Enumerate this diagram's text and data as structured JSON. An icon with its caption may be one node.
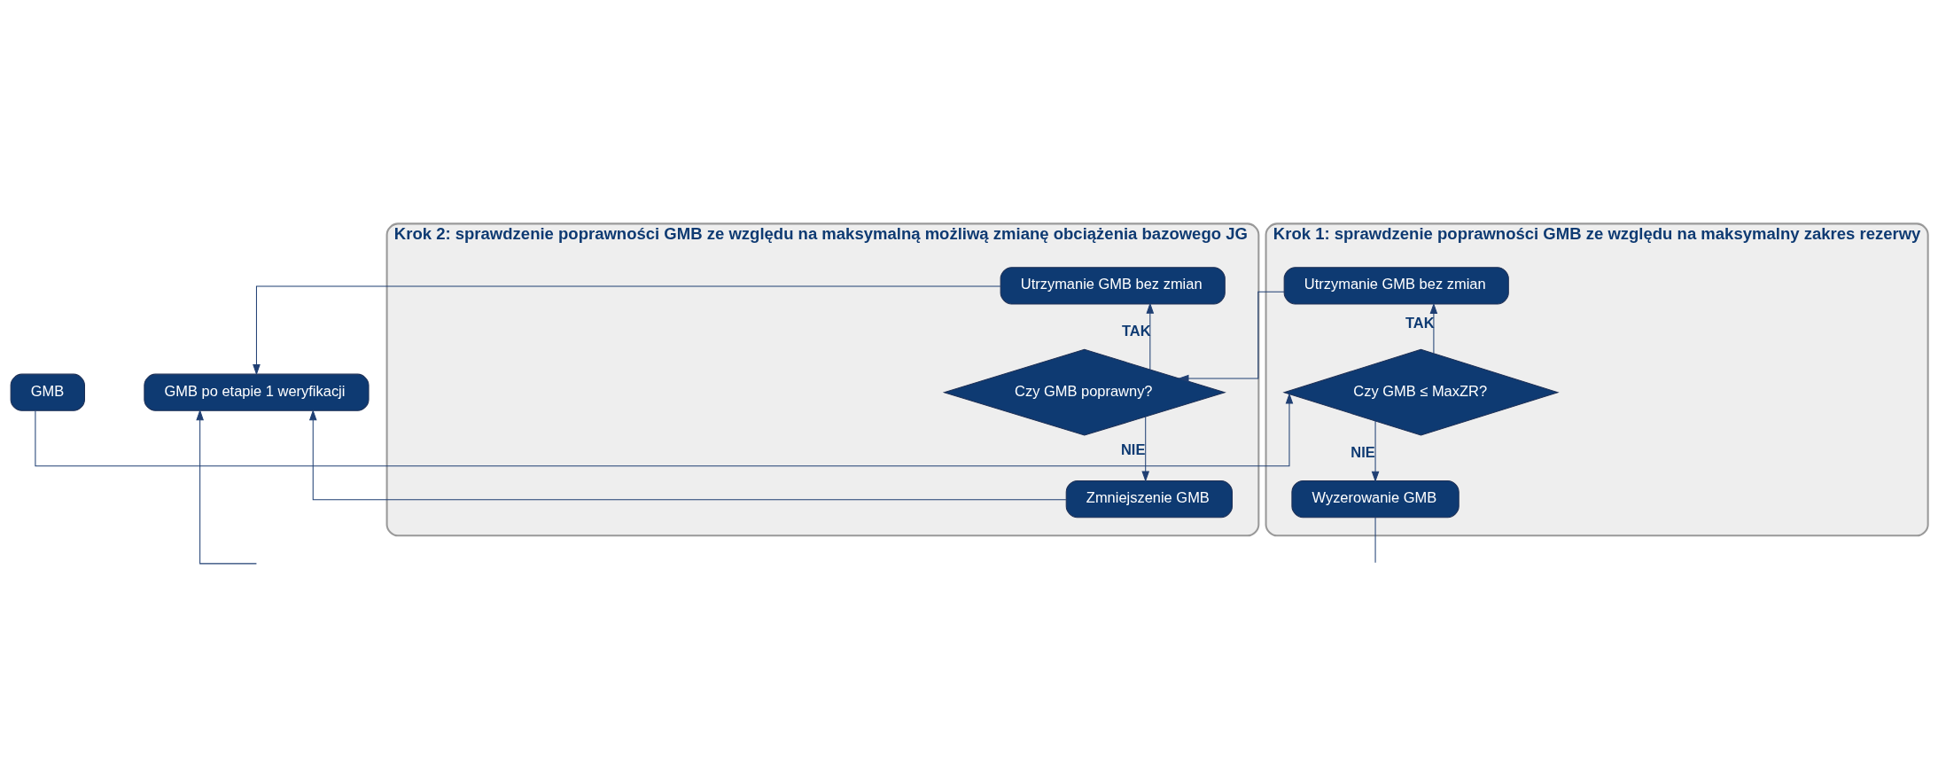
{
  "diagram": {
    "nodes": [
      {
        "text": [
          "Krok 1: sprawdzenie poprawności GMB ze względu na maksymalny zakres rezerwy"
        ]
      },
      {
        "text": [
          "Utrzymanie GMB bez zmian"
        ],
        "in": 0
      },
      {
        "text": [
          "Czy GMB ≤ MaxZR?"
        ],
        "in": 0
      },
      {
        "text": [
          "Wyzerowanie GMB"
        ],
        "in": 0
      },
      {
        "text": [
          "Krok 2: sprawdzenie poprawności GMB ze względu na maksymalną możliwą zmianę obciążenia bazowego JG"
        ]
      },
      {
        "text": [
          "Utrzymanie GMB bez zmian"
        ],
        "in": 4
      },
      {
        "text": [
          "Czy GMB poprawny?"
        ],
        "in": 4
      },
      {
        "text": [
          "Zmniejszenie GMB"
        ],
        "in": 4
      },
      {
        "text": [
          "GMB"
        ]
      },
      {
        "text": [
          "GMB po etapie 1 weryfikacji"
        ]
      }
    ],
    "edges": [
      {
        "from": 8,
        "to": 2,
        "arrow": "to"
      },
      {
        "from": 2,
        "to": 1,
        "arrow": "to",
        "label": "TAK"
      },
      {
        "from": 2,
        "to": 3,
        "arrow": "to",
        "label": "NIE"
      },
      {
        "from": 1,
        "to": 6,
        "arrow": "to"
      },
      {
        "from": 6,
        "to": 5,
        "arrow": "to",
        "label": "TAK"
      },
      {
        "from": 6,
        "to": 7,
        "arrow": "to",
        "label": "NIE"
      },
      {
        "from": 5,
        "to": 9,
        "arrow": "to"
      },
      {
        "from": 7,
        "to": 9,
        "arrow": "to"
      },
      {
        "from": 3,
        "to": null,
        "arrow": "none"
      },
      {
        "from": null,
        "to": 9,
        "arrow": "to"
      }
    ]
  }
}
